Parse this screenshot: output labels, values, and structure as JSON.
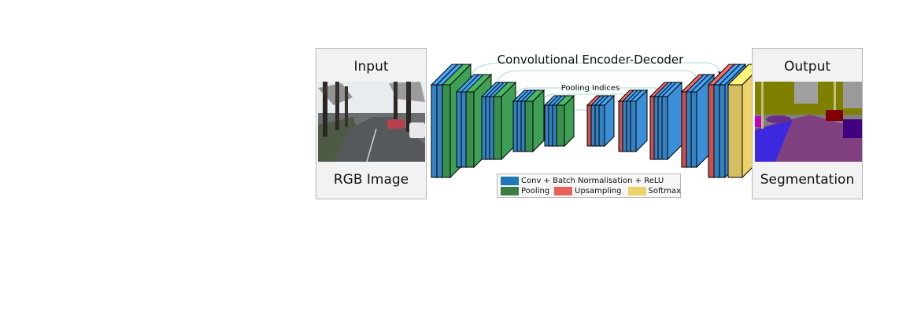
{
  "title": "Convolutional Encoder-Decoder",
  "skip_label": "Pooling Indices",
  "input_panel": {
    "title": "Input",
    "caption": "RGB Image"
  },
  "output_panel": {
    "title": "Output",
    "caption": "Segmentation"
  },
  "legend": [
    {
      "label": "Conv + Batch Normalisation + ReLU",
      "color": "#1f77b4"
    },
    {
      "label": "Pooling",
      "color": "#3a7d44"
    },
    {
      "label": "Upsampling",
      "color": "#e8605a"
    },
    {
      "label": "Softmax",
      "color": "#ecd36a"
    }
  ],
  "colors": {
    "conv": "#3b8fd6",
    "pool": "#3fa055",
    "upsample": "#e05a56",
    "softmax": "#edd36a"
  }
}
